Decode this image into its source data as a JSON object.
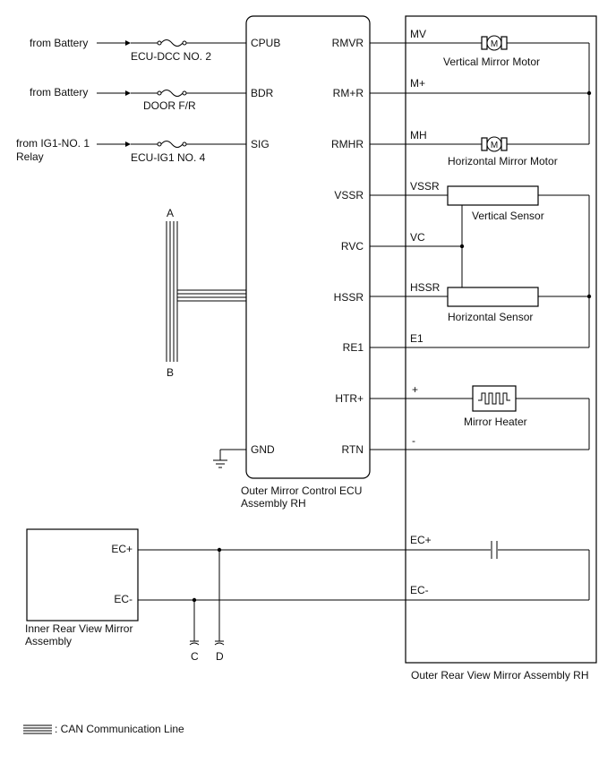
{
  "sources": {
    "cpub_from": "from Battery",
    "cpub_fuse": "ECU-DCC NO. 2",
    "bdr_from": "from Battery",
    "bdr_fuse": "DOOR F/R",
    "sig_from_line1": "from IG1-NO. 1",
    "sig_from_line2": "Relay",
    "sig_fuse": "ECU-IG1 NO. 4"
  },
  "ecu": {
    "left_pins": {
      "cpub": "CPUB",
      "bdr": "BDR",
      "sig": "SIG",
      "gnd": "GND"
    },
    "right_pins": {
      "rmvr": "RMVR",
      "rmr": "RM+R",
      "rmhr": "RMHR",
      "vssr": "VSSR",
      "rvc": "RVC",
      "hssr": "HSSR",
      "re1": "RE1",
      "htr": "HTR+",
      "rtn": "RTN"
    },
    "label_line1": "Outer Mirror Control ECU",
    "label_line2": "Assembly RH"
  },
  "bus": {
    "top": "A",
    "bottom": "B"
  },
  "mirror": {
    "wires": {
      "mv": "MV",
      "mplus": "M+",
      "mh": "MH",
      "vssr": "VSSR",
      "vc": "VC",
      "hssr": "HSSR",
      "e1": "E1",
      "heater_plus": "+",
      "heater_minus": "-",
      "ecp": "EC+",
      "ecm": "EC-"
    },
    "components": {
      "vertical_motor": "Vertical Mirror Motor",
      "horizontal_motor": "Horizontal Mirror Motor",
      "vertical_sensor": "Vertical Sensor",
      "horizontal_sensor": "Horizontal Sensor",
      "heater": "Mirror Heater",
      "motor_symbol": "M"
    },
    "label": "Outer Rear View Mirror Assembly RH"
  },
  "inner_mirror": {
    "ecp": "EC+",
    "ecm": "EC-",
    "label_line1": "Inner Rear View Mirror",
    "label_line2": "Assembly"
  },
  "connectors": {
    "c": "C",
    "d": "D"
  },
  "legend": {
    "text": ": CAN Communication Line"
  }
}
